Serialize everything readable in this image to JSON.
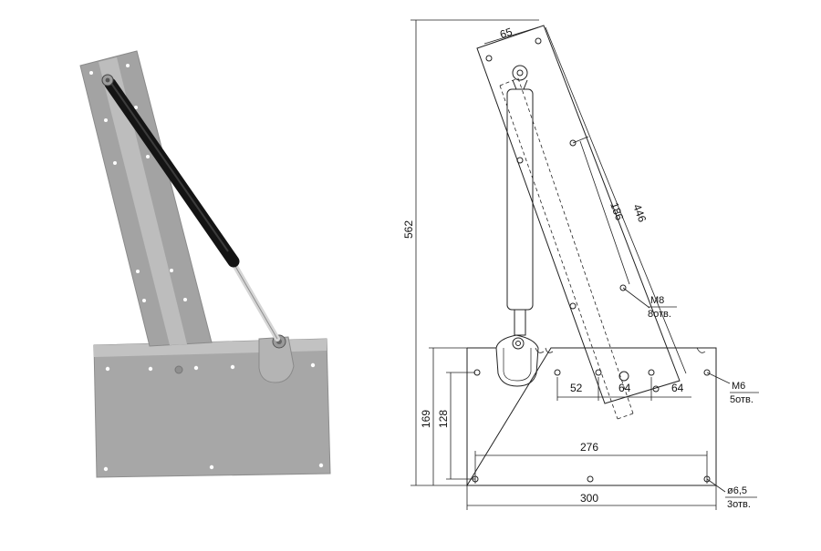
{
  "photo": {
    "description_hidden": ""
  },
  "drawing": {
    "dims": {
      "d65": "65",
      "d562": "562",
      "d446": "446",
      "d186": "186",
      "d52": "52",
      "d64a": "64",
      "d64b": "64",
      "d169": "169",
      "d128": "128",
      "d276": "276",
      "d300": "300"
    },
    "notes": {
      "m8": "M8",
      "m8_count": "8отв.",
      "m6": "M6",
      "m6_count": "5отв.",
      "hole": "ø6,5",
      "hole_count": "3отв."
    }
  },
  "colors": {
    "metal": "#a9a9a9",
    "metal_dark": "#8a8a8a",
    "metal_light": "#c4c4c4",
    "spring": "#111111",
    "line": "#222222"
  }
}
